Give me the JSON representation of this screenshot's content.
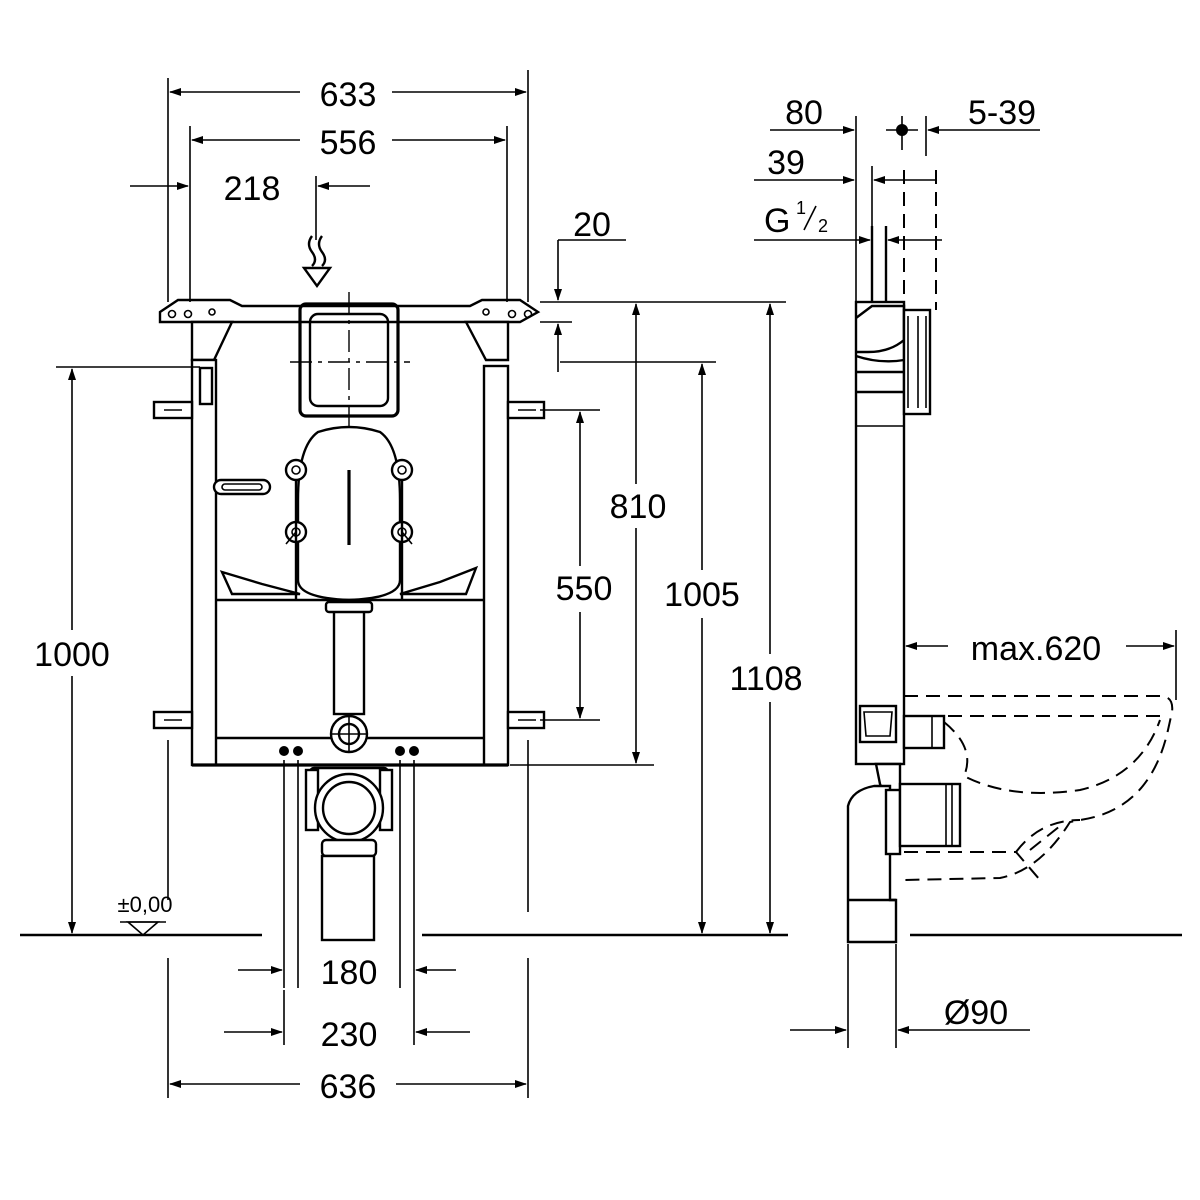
{
  "diagram": {
    "front_view": {
      "width_top": "633",
      "width_inner": "556",
      "offset_flush": "218",
      "top_offset": "20",
      "height_frame": "810",
      "height_bolts": "550",
      "height_left": "1000",
      "height_1005": "1005",
      "height_total": "1108",
      "floor_level": "±0,00",
      "spacing_inner": "180",
      "spacing_outer": "230",
      "width_bottom": "636"
    },
    "side_view": {
      "depth_80": "80",
      "depth_39": "39",
      "range_5_39": "5-39",
      "thread_prefix": "G",
      "thread_num": "1",
      "thread_den": "2",
      "max_projection": "max.620",
      "pipe_diameter": "Ø90"
    }
  }
}
